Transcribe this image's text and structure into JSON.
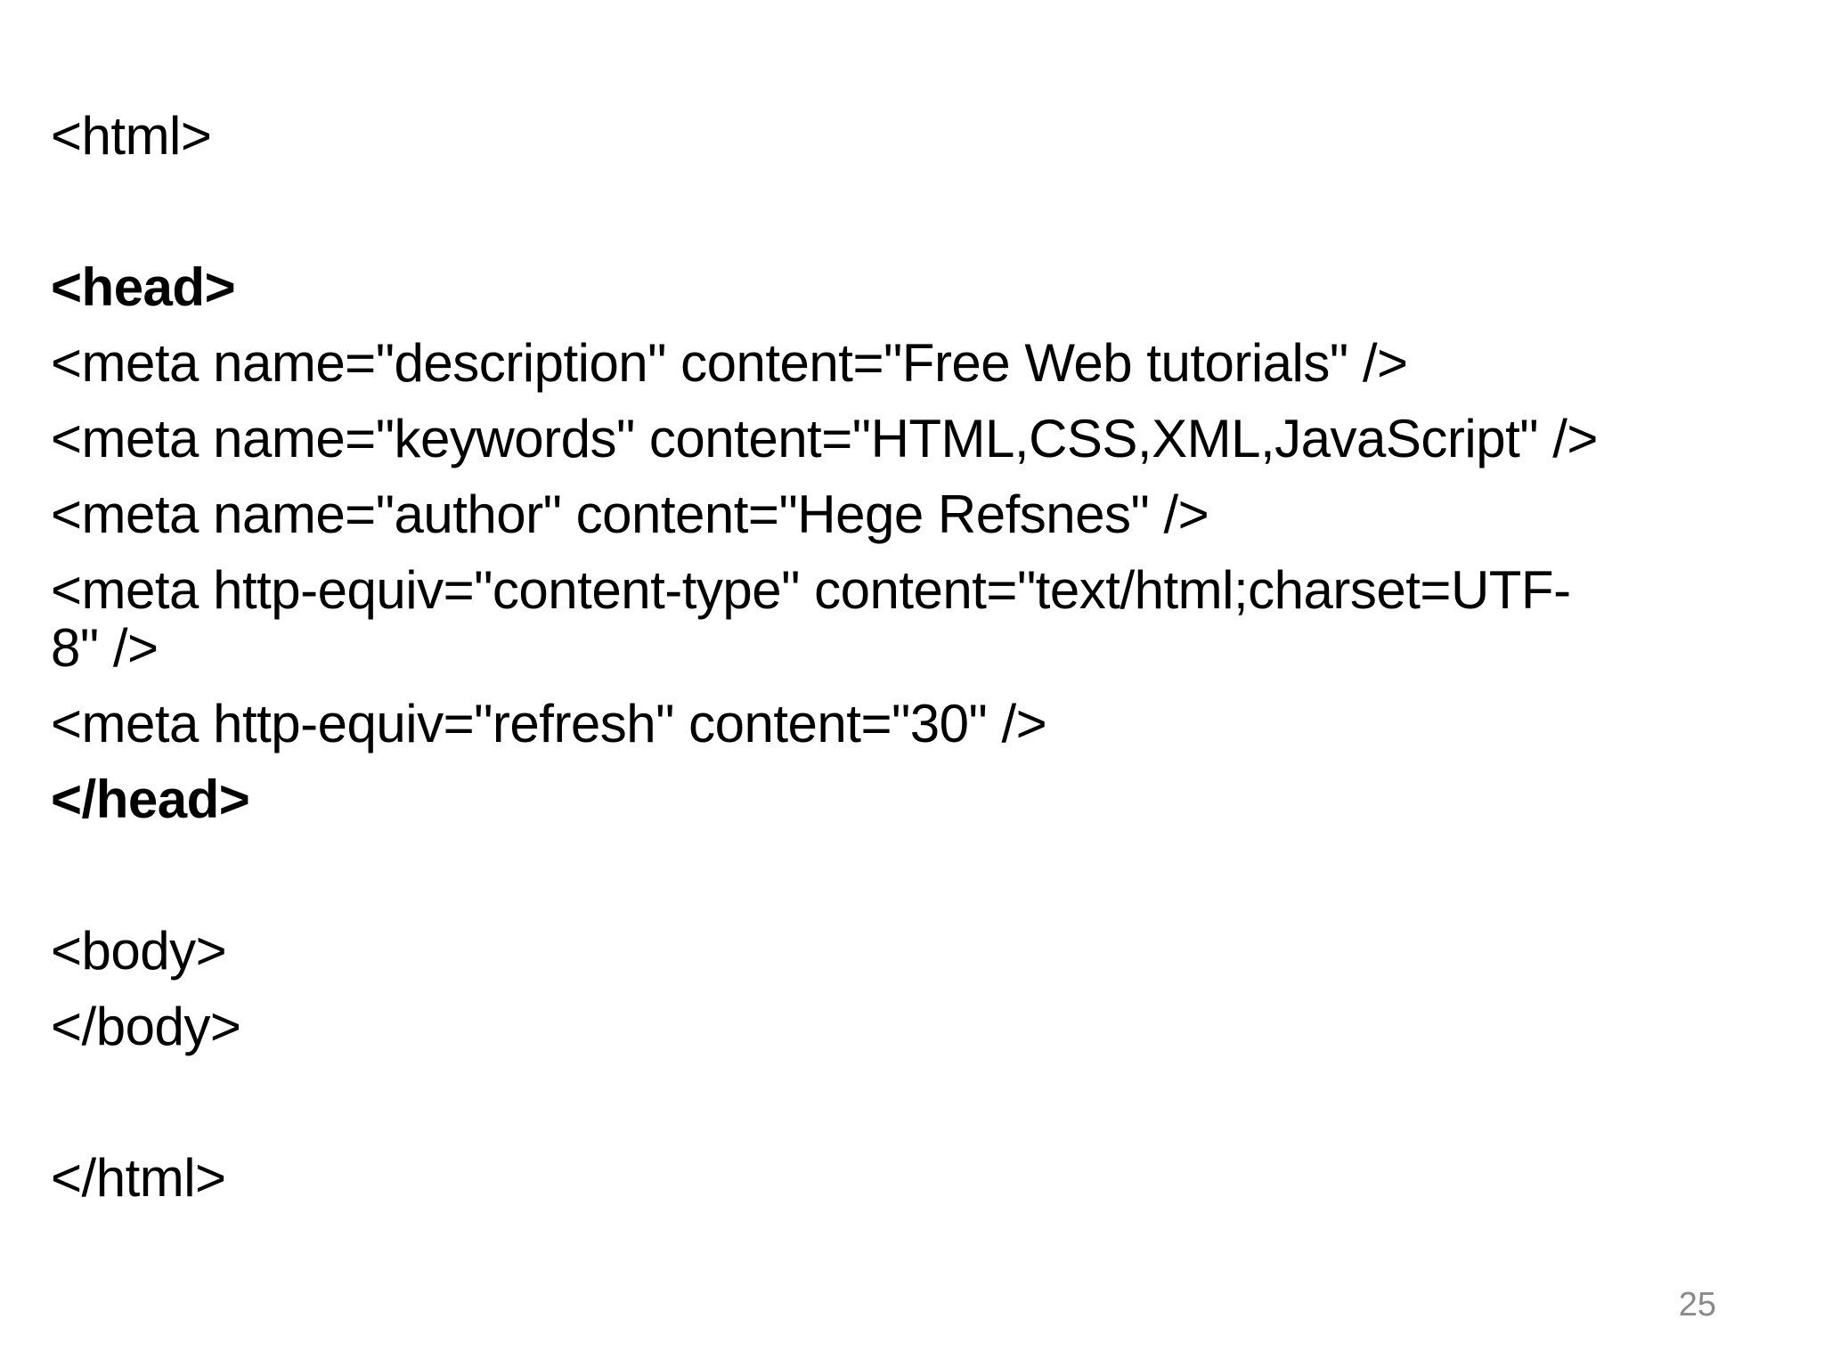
{
  "page": {
    "background_color": "#ffffff",
    "text_color": "#000000",
    "page_number": "25",
    "page_number_color": "#8a8a8a"
  },
  "code": {
    "lines": [
      {
        "text": "<html>",
        "bold": false,
        "blank": false,
        "cont": false
      },
      {
        "text": "",
        "bold": false,
        "blank": true,
        "cont": false
      },
      {
        "text": "<head>",
        "bold": true,
        "blank": false,
        "cont": false
      },
      {
        "text": "<meta name=\"description\" content=\"Free Web tutorials\" />",
        "bold": false,
        "blank": false,
        "cont": false
      },
      {
        "text": "<meta name=\"keywords\" content=\"HTML,CSS,XML,JavaScript\" />",
        "bold": false,
        "blank": false,
        "cont": false
      },
      {
        "text": "<meta name=\"author\" content=\"Hege Refsnes\" />",
        "bold": false,
        "blank": false,
        "cont": false
      },
      {
        "text": "<meta http-equiv=\"content-type\" content=\"text/html;charset=UTF-",
        "bold": false,
        "blank": false,
        "cont": false
      },
      {
        "text": "8\" />",
        "bold": false,
        "blank": false,
        "cont": true
      },
      {
        "text": "<meta http-equiv=\"refresh\" content=\"30\" />",
        "bold": false,
        "blank": false,
        "cont": false
      },
      {
        "text": "</head>",
        "bold": true,
        "blank": false,
        "cont": false
      },
      {
        "text": "",
        "bold": false,
        "blank": true,
        "cont": false
      },
      {
        "text": "<body>",
        "bold": false,
        "blank": false,
        "cont": false
      },
      {
        "text": "</body>",
        "bold": false,
        "blank": false,
        "cont": false
      },
      {
        "text": "",
        "bold": false,
        "blank": true,
        "cont": false
      },
      {
        "text": "</html>",
        "bold": false,
        "blank": false,
        "cont": false
      }
    ]
  }
}
